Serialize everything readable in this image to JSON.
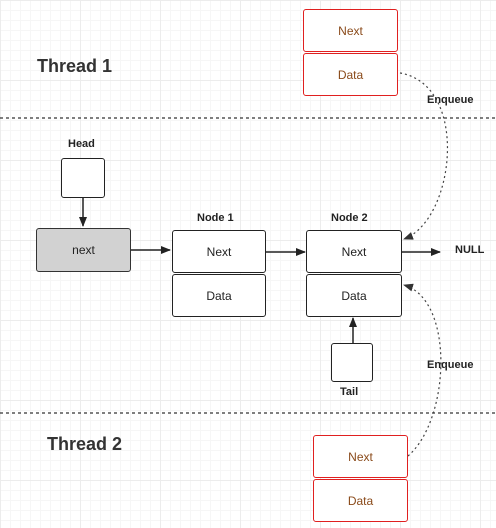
{
  "threads": {
    "thread1": "Thread 1",
    "thread2": "Thread 2"
  },
  "labels": {
    "head": "Head",
    "tail": "Tail",
    "node1": "Node 1",
    "node2": "Node 2",
    "null": "NULL",
    "enqueue_top": "Enqueue",
    "enqueue_bottom": "Enqueue"
  },
  "head_pointer": {
    "label": "next"
  },
  "node1": {
    "next": "Next",
    "data": "Data"
  },
  "node2": {
    "next": "Next",
    "data": "Data"
  },
  "thread1_node": {
    "next": "Next",
    "data": "Data"
  },
  "thread2_node": {
    "next": "Next",
    "data": "Data"
  },
  "colors": {
    "new_node_border": "#e02020",
    "head_pointer_fill": "#d2d2d2"
  }
}
